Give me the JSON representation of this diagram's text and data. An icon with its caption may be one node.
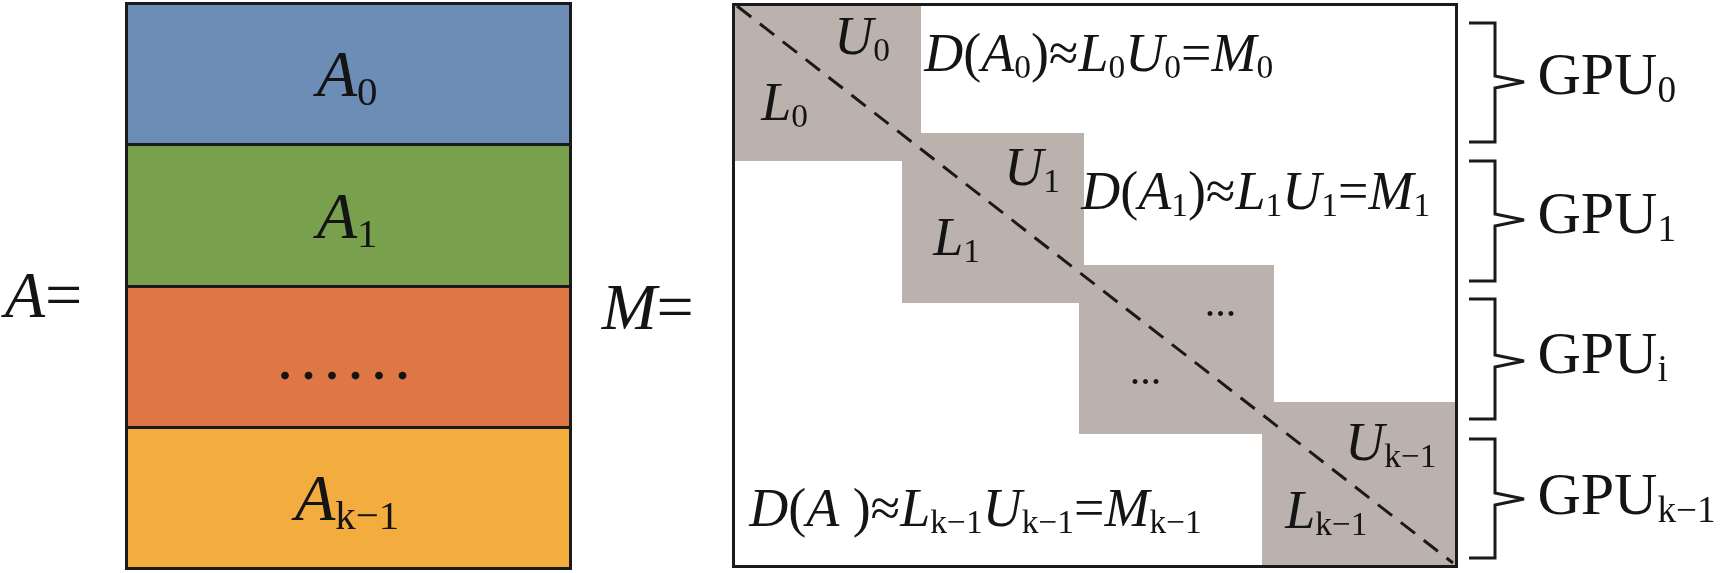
{
  "diagram": {
    "nodes": [
      {
        "text": [
          "*A*="
        ]
      },
      {
        "text": [
          "*A*$_{0}$"
        ],
        "in": 0
      },
      {
        "text": [
          "*A*$_{1}$"
        ],
        "in": 0
      },
      {
        "text": [
          "......"
        ],
        "in": 0
      },
      {
        "text": [
          "*A*$_{k−1}$"
        ],
        "in": 0
      },
      {
        "text": [
          "*M*="
        ]
      },
      {
        "text": [
          "*U*$_{0}$",
          "*L*$_{0}$"
        ],
        "in": 5,
        "beside": [
          "*D*(*A*$_{0}$)≈*L*$_{0}$*U*$_{0}$=*M*$_{0}$"
        ]
      },
      {
        "text": [
          "*U*$_{1}$",
          "*L*$_{1}$"
        ],
        "in": 5,
        "beside": [
          "*D*(*A*$_{1}$)≈*L*$_{1}$*U*$_{1}$=*M*$_{1}$"
        ]
      },
      {
        "text": [
          "...",
          "..."
        ],
        "in": 5
      },
      {
        "text": [
          "*U*$_{k−1}$",
          "*L*$_{k−1}$"
        ],
        "in": 5,
        "beside": [
          "*D*(*A* )≈*L*$_{k−1}$*U*$_{k−1}$=*M*$_{k−1}$"
        ]
      }
    ],
    "labels": [
      "GPU$_{0}$",
      "GPU$_{1}$",
      "GPU$_{i}$",
      "GPU$_{k−1}$"
    ]
  }
}
